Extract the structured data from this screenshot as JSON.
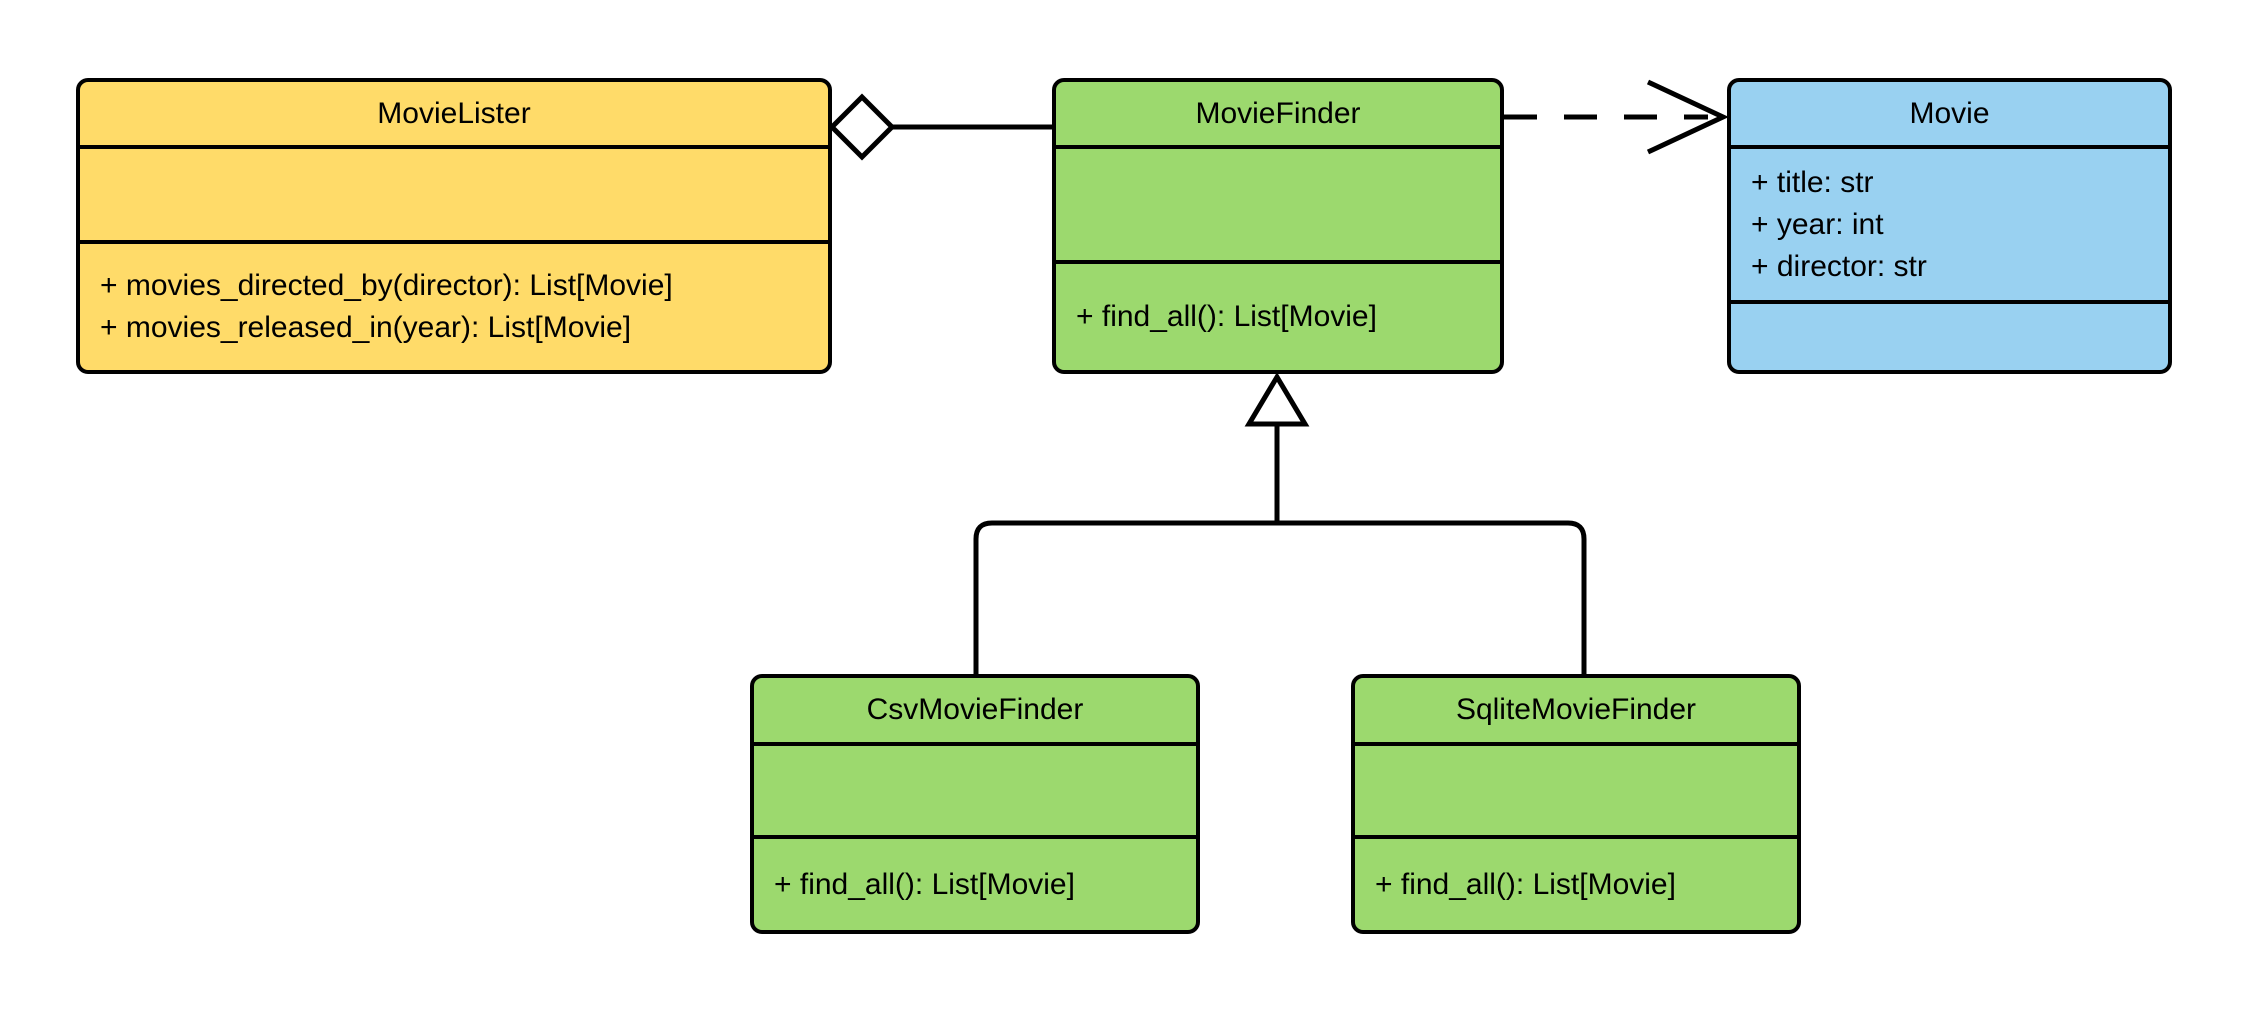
{
  "diagram": {
    "type": "uml-class-diagram",
    "colors": {
      "lister_fill": "#FFDB69",
      "finder_fill": "#9CD96E",
      "movie_fill": "#99D1F1",
      "stroke": "#000000",
      "background": "#FFFFFF"
    },
    "classes": {
      "movie_lister": {
        "name": "MovieLister",
        "fill": "#FFDB69",
        "attributes": [],
        "methods": [
          "+ movies_directed_by(director): List[Movie]",
          "+ movies_released_in(year): List[Movie]"
        ]
      },
      "movie_finder": {
        "name": "MovieFinder",
        "fill": "#9CD96E",
        "attributes": [],
        "methods": [
          "+ find_all(): List[Movie]"
        ]
      },
      "movie": {
        "name": "Movie",
        "fill": "#99D1F1",
        "attributes": [
          "+ title: str",
          "+ year: int",
          "+ director: str"
        ],
        "methods": []
      },
      "csv_movie_finder": {
        "name": "CsvMovieFinder",
        "fill": "#9CD96E",
        "attributes": [],
        "methods": [
          "+ find_all(): List[Movie]"
        ]
      },
      "sqlite_movie_finder": {
        "name": "SqliteMovieFinder",
        "fill": "#9CD96E",
        "attributes": [],
        "methods": [
          "+ find_all(): List[Movie]"
        ]
      }
    },
    "relationships": [
      {
        "type": "aggregation",
        "from": "MovieLister",
        "to": "MovieFinder",
        "marker": "hollow-diamond",
        "line": "solid"
      },
      {
        "type": "dependency",
        "from": "MovieFinder",
        "to": "Movie",
        "marker": "open-arrow",
        "line": "dashed"
      },
      {
        "type": "generalization",
        "from": "CsvMovieFinder",
        "to": "MovieFinder",
        "marker": "hollow-triangle",
        "line": "solid"
      },
      {
        "type": "generalization",
        "from": "SqliteMovieFinder",
        "to": "MovieFinder",
        "marker": "hollow-triangle",
        "line": "solid"
      }
    ]
  }
}
